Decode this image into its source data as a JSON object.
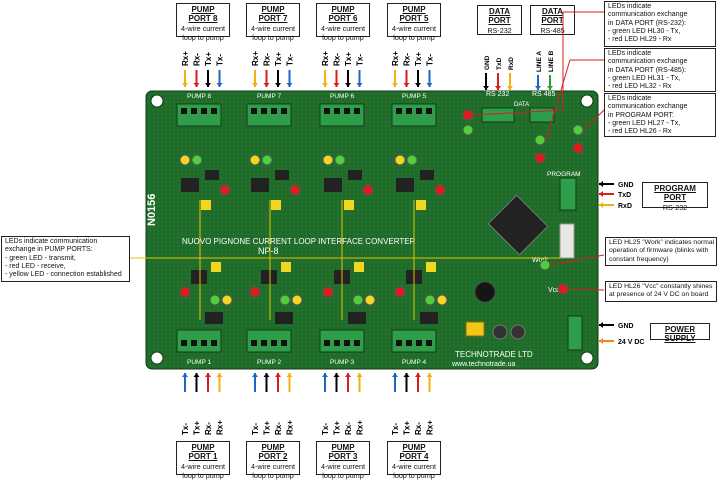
{
  "top_ports": [
    {
      "title": "PUMP PORT 8",
      "desc": [
        "4-wire current",
        "loop to pump"
      ],
      "signals": [
        "Rx+",
        "Rx-",
        "Tx+",
        "Tx-"
      ]
    },
    {
      "title": "PUMP PORT 7",
      "desc": [
        "4-wire current",
        "loop to pump"
      ],
      "signals": [
        "Rx+",
        "Rx-",
        "Tx+",
        "Tx-"
      ]
    },
    {
      "title": "PUMP PORT 6",
      "desc": [
        "4-wire current",
        "loop to pump"
      ],
      "signals": [
        "Rx+",
        "Rx-",
        "Tx+",
        "Tx-"
      ]
    },
    {
      "title": "PUMP PORT 5",
      "desc": [
        "4-wire current",
        "loop to pump"
      ],
      "signals": [
        "Rx+",
        "Rx-",
        "Tx+",
        "Tx-"
      ]
    }
  ],
  "bottom_ports": [
    {
      "title": "PUMP PORT 1",
      "desc": [
        "4-wire current",
        "loop to pump"
      ],
      "signals": [
        "Tx-",
        "Tx+",
        "Rx-",
        "Rx+"
      ]
    },
    {
      "title": "PUMP PORT 2",
      "desc": [
        "4-wire current",
        "loop to pump"
      ],
      "signals": [
        "Tx-",
        "Tx+",
        "Rx-",
        "Rx+"
      ]
    },
    {
      "title": "PUMP PORT 3",
      "desc": [
        "4-wire current",
        "loop to pump"
      ],
      "signals": [
        "Tx-",
        "Tx+",
        "Rx-",
        "Rx+"
      ]
    },
    {
      "title": "PUMP PORT 4",
      "desc": [
        "4-wire current",
        "loop to pump"
      ],
      "signals": [
        "Tx-",
        "Tx+",
        "Rx-",
        "Rx+"
      ]
    }
  ],
  "data_ports": [
    {
      "title": "DATA PORT",
      "desc": "RS-232",
      "signals": [
        "GND",
        "TxD",
        "RxD"
      ]
    },
    {
      "title": "DATA PORT",
      "desc": "RS-485",
      "signals": [
        "LINE A",
        "LINE B"
      ]
    }
  ],
  "program_port": {
    "title": "PROGRAM PORT",
    "desc": "RS-232",
    "signals": [
      "GND",
      "TxD",
      "RxD"
    ]
  },
  "power_supply": {
    "title": "POWER SUPPLY",
    "signals": [
      "GND",
      "24 V DC"
    ]
  },
  "notes": {
    "dp232": [
      "LEDs indicate",
      "communication exchange",
      "in DATA PORT (RS-232):",
      "- green LED HL30 - Tx,",
      "- red LED HL29 - Rx"
    ],
    "dp485": [
      "LEDs indicate",
      "communication exchange",
      "in DATA PORT (RS-485):",
      "- green LED HL31 - Tx,",
      "- red LED HL32 - Rx"
    ],
    "prog": [
      "LEDs indicate",
      "communication exchange",
      "in PROGRAM PORT:",
      "- green LED HL27 - Tx,",
      "- red LED HL26 - Rx"
    ],
    "pump": [
      "LEDs indicate communication",
      "exchange in PUMP PORTS:",
      "- green LED - transmit,",
      "- red LED - receive,",
      "- yellow LED - connection established"
    ],
    "work": [
      "LED HL25 \"Work\" indicates normal",
      "operation of firmware (blinks with",
      "constant frequency)"
    ],
    "vcc": [
      "LED HL26 \"Vcc\" constantly shines",
      "at presence of 24 V DC on board"
    ]
  },
  "board": {
    "title": "NUOVO PIGNONE CURRENT LOOP INTERFACE CONVERTER",
    "model": "NP-8",
    "serial": "N0156",
    "maker": "TECHNOTRADE LTD",
    "url": "www.technotrade.ua",
    "top_headers": [
      "PUMP 8",
      "PUMP 7",
      "PUMP 6",
      "PUMP 5"
    ],
    "bottom_headers": [
      "PUMP 1",
      "PUMP 2",
      "PUMP 3",
      "PUMP 4"
    ],
    "rs232_label": "RS 232",
    "rs485_label": "RS 485",
    "data_label": "DATA",
    "program_label": "PROGRAM",
    "work_label": "Work",
    "vcc_label": "Vcc"
  },
  "colors": {
    "pcb": "#1f6b2a",
    "pcb_dark": "#154d1c",
    "green_led": "#4cd138",
    "red_led": "#e01b1b",
    "yellow_led": "#f2d722",
    "arrow_blue": "#1f64c8",
    "arrow_red": "#d81d1d",
    "arrow_black": "#000000",
    "arrow_yellow": "#f2b10c",
    "arrow_green": "#2ca02c",
    "arrow_orange": "#f08a1a"
  }
}
